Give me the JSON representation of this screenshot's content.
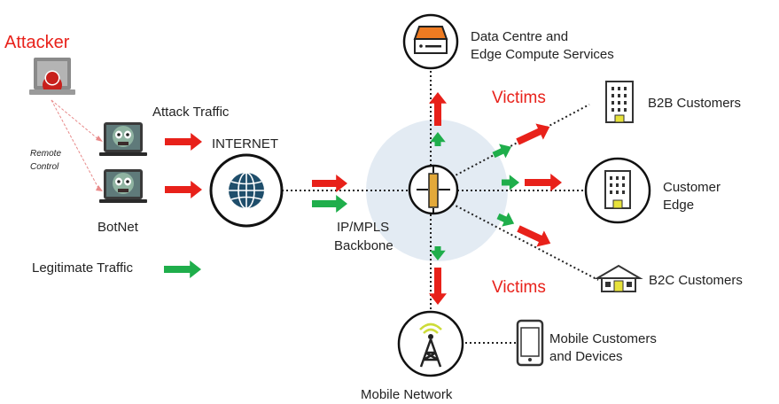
{
  "attacker": {
    "label": "Attacker"
  },
  "remote_control": {
    "line1": "Remote",
    "line2": "Control"
  },
  "botnet": {
    "label": "BotNet"
  },
  "attack_traffic": {
    "label": "Attack Traffic"
  },
  "legitimate_traffic": {
    "label": "Legitimate Traffic"
  },
  "internet": {
    "label": "INTERNET"
  },
  "backbone": {
    "line1": "IP/MPLS",
    "line2": "Backbone"
  },
  "data_centre": {
    "line1": "Data Centre and",
    "line2": "Edge Compute Services"
  },
  "victims": {
    "upper": "Victims",
    "lower": "Victims"
  },
  "b2b": {
    "label": "B2B Customers"
  },
  "customer_edge": {
    "line1": "Customer",
    "line2": "Edge"
  },
  "b2c": {
    "label": "B2C Customers"
  },
  "mobile_network": {
    "label": "Mobile Network"
  },
  "mobile_customers": {
    "line1": "Mobile Customers",
    "line2": "and Devices"
  },
  "colors": {
    "attack": "#e8211a",
    "legitimate": "#1fae4b",
    "globe": "#1f4e6b",
    "router_bar": "#e3a93a",
    "data_centre_orange": "#ee7b22",
    "house_window": "#e7e23a",
    "backbone_halo": "#e3ebf3"
  },
  "icons": [
    "attacker-laptop-icon",
    "zombie-bot-icon",
    "globe-icon",
    "router-icon",
    "server-icon",
    "building-icon",
    "house-icon",
    "antenna-tower-icon",
    "mobile-phone-icon"
  ]
}
